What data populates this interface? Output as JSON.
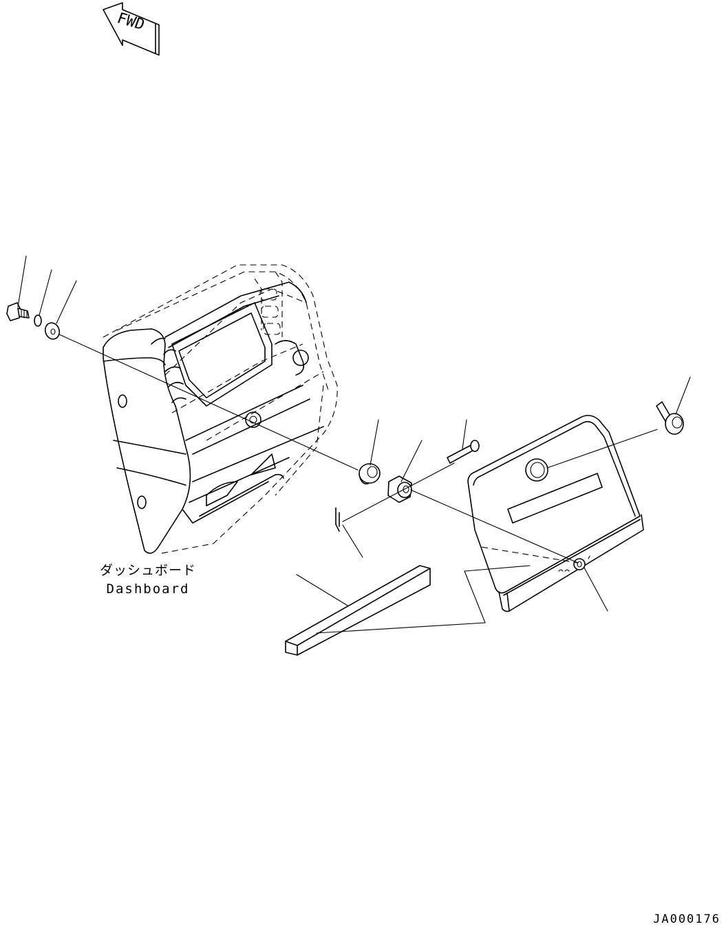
{
  "direction_arrow": {
    "text": "FWD",
    "icon": "fwd-arrow-icon"
  },
  "labels": {
    "dashboard_jp": "ダッシュボード",
    "dashboard_en": "Dashboard"
  },
  "drawing_code": "JA000176",
  "colors": {
    "line": "#000000",
    "background": "#ffffff"
  }
}
